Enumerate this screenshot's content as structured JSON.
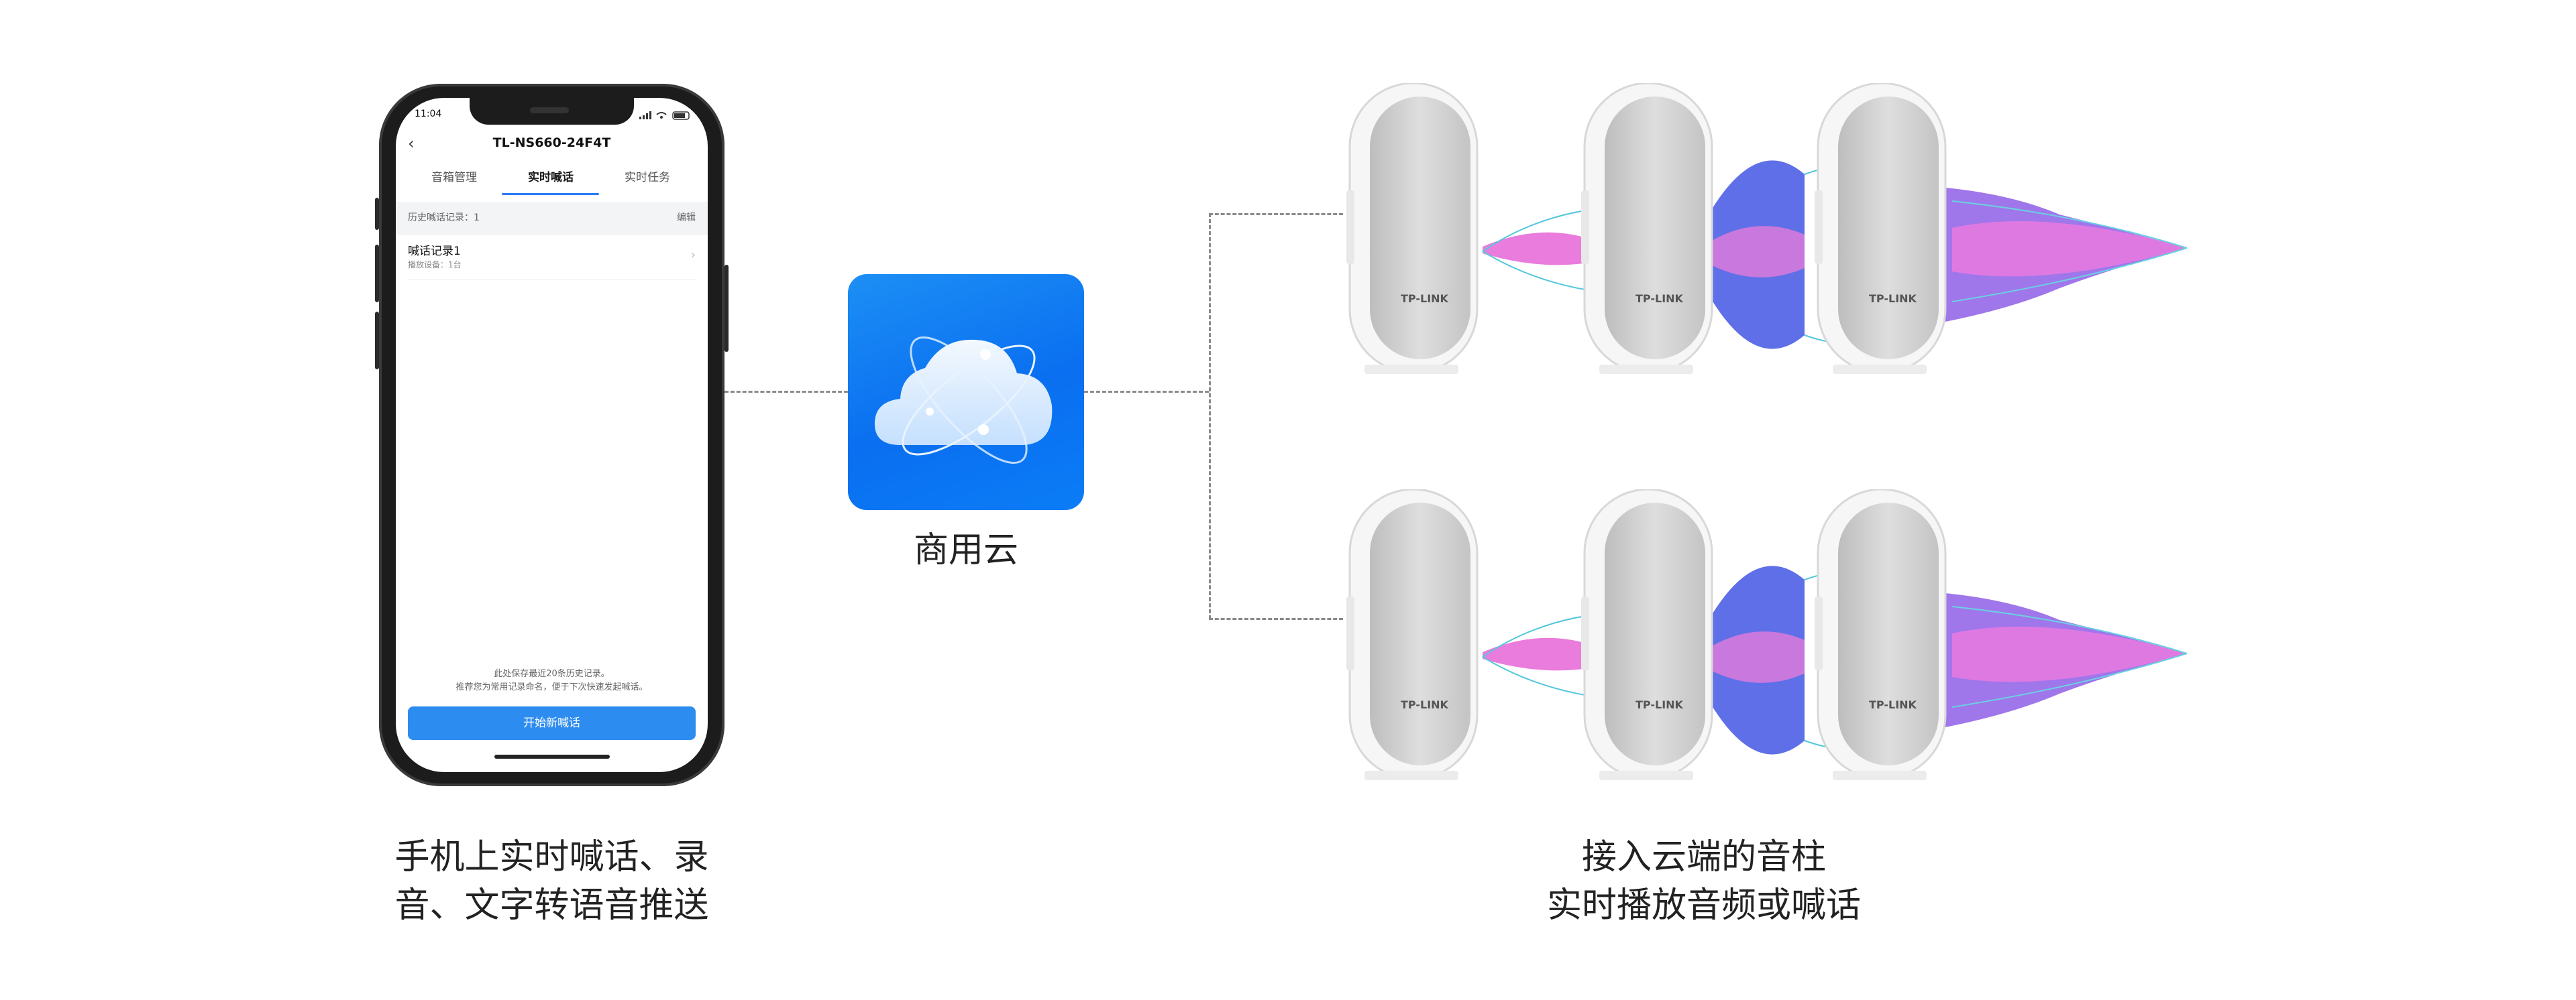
{
  "phone": {
    "status_time": "11:04",
    "device_title": "TL-NS660-24F4T",
    "tabs": [
      "音箱管理",
      "实时喊话",
      "实时任务"
    ],
    "active_tab": "实时喊话",
    "history_label": "历史喊话记录：1",
    "edit_label": "编辑",
    "record": {
      "title": "喊话记录1",
      "subtitle": "播放设备：1台"
    },
    "hint_line1": "此处保存最近20条历史记录。",
    "hint_line2": "推荐您为常用记录命名，便于下次快速发起喊话。",
    "start_button": "开始新喊话"
  },
  "cloud": {
    "label": "商用云",
    "icon": "cloud-icon"
  },
  "caption_left": {
    "line1": "手机上实时喊话、录",
    "line2": "音、文字转语音推送"
  },
  "caption_right": {
    "line1": "接入云端的音柱",
    "line2": "实时播放音频或喊话"
  },
  "speaker_brand": "TP-LINK",
  "colors": {
    "accent": "#2d8cf0",
    "cloud_bg": "#0a6ff0",
    "wave_blue": "#4f63e6",
    "wave_pink": "#e86bd8"
  }
}
